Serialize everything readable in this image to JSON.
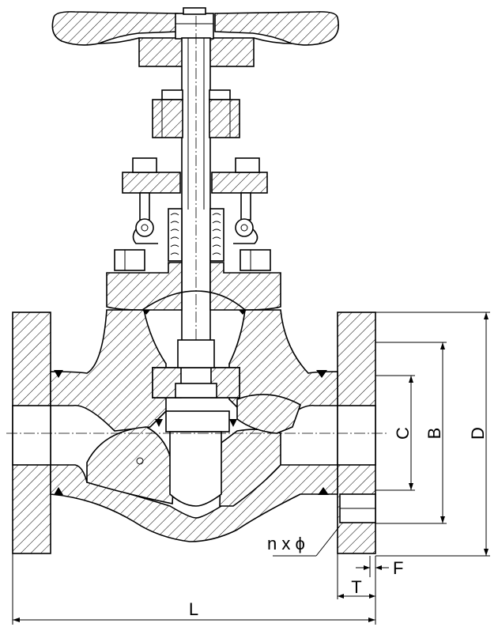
{
  "labels": {
    "C": "C",
    "B": "B",
    "D": "D",
    "L": "L",
    "T": "T",
    "F": "F",
    "bolt_holes": "n x ϕ"
  }
}
